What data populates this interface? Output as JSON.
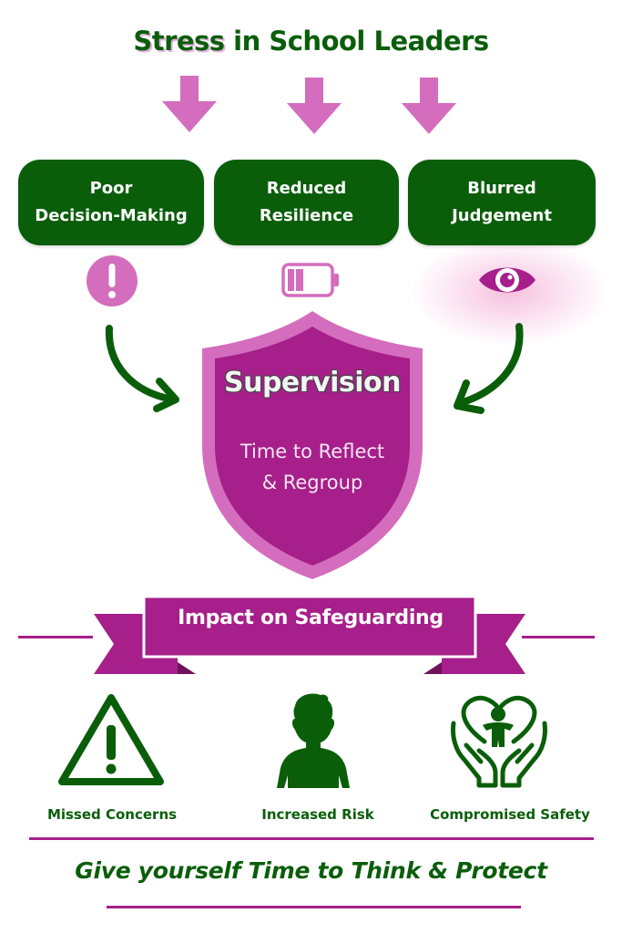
{
  "title": {
    "highlight": "Stress",
    "rest": " in School Leaders"
  },
  "effects": [
    {
      "line1": "Poor",
      "line2": "Decision-Making",
      "icon": "exclamation-circle-icon"
    },
    {
      "line1": "Reduced",
      "line2": "Resilience",
      "icon": "low-battery-icon"
    },
    {
      "line1": "Blurred",
      "line2": "Judgement",
      "icon": "eye-icon"
    }
  ],
  "shield": {
    "title": "Supervision",
    "line1": "Time to Reflect",
    "line2": "& Regroup"
  },
  "banner": {
    "label": "Impact on Safeguarding"
  },
  "impacts": [
    {
      "label": "Missed Concerns",
      "icon": "warning-triangle-icon"
    },
    {
      "label": "Increased Risk",
      "icon": "child-silhouette-icon"
    },
    {
      "label": "Compromised Safety",
      "icon": "hands-heart-child-icon"
    }
  ],
  "footer": {
    "text": "Give yourself Time to Think & Protect"
  },
  "colors": {
    "green": "#0a5e0a",
    "magenta": "#a61f8a",
    "pink": "#d46dbd",
    "light_pink": "#e4b3dd"
  }
}
